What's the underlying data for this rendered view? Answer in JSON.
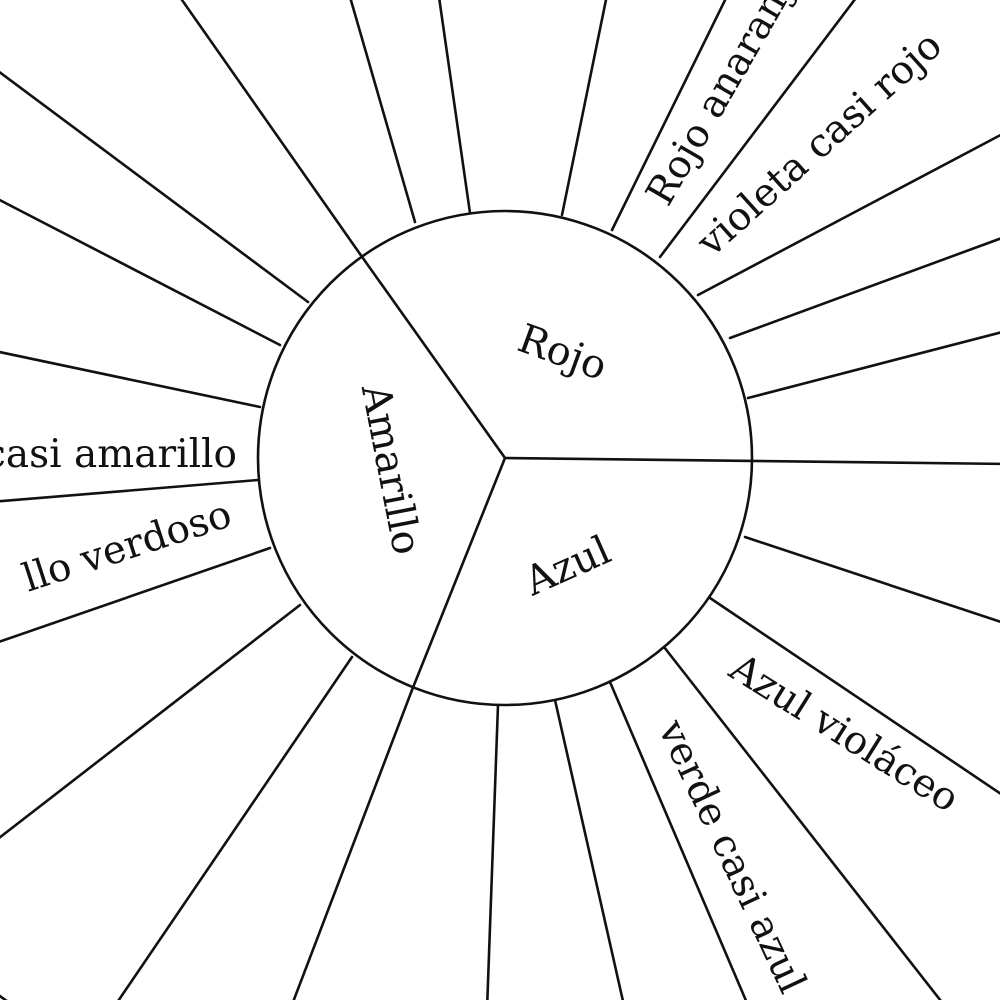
{
  "diagram": {
    "center_labels": {
      "rojo": "Rojo",
      "amarillo": "Amarillo",
      "azul": "Azul"
    },
    "outer_labels": {
      "rojo_anaranjado": "Rojo anaranjado",
      "violeta_casi_rojo": "violeta casi rojo",
      "casi_amarillo": "casi amarillo",
      "amarillo_verdoso": "llo verdoso",
      "azul_violaceo": "Azul  violáceo",
      "verde_casi_azul": "verde casi azul"
    }
  }
}
